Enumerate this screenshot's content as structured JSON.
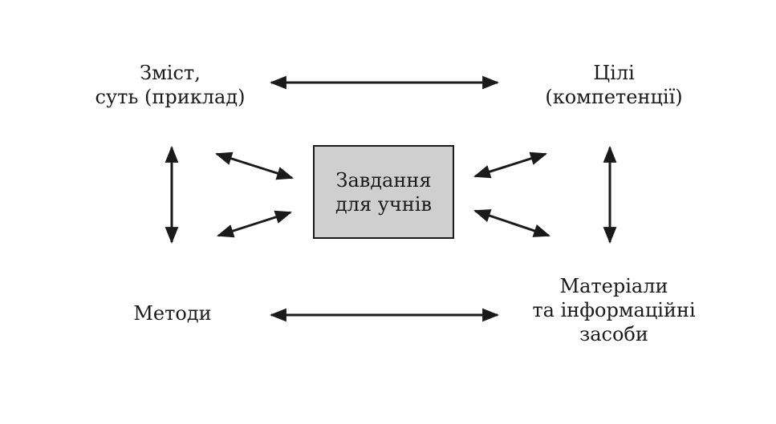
{
  "nodes": {
    "content": {
      "line1": "Зміст,",
      "line2": "суть (приклад)"
    },
    "goals": {
      "line1": "Цілі",
      "line2": "(компетенції)"
    },
    "methods": {
      "line1": "Методи"
    },
    "materials": {
      "line1": "Матеріали",
      "line2": "та інформаційні",
      "line3": "засоби"
    },
    "task": {
      "line1": "Завдання",
      "line2": "для учнів"
    }
  },
  "colors": {
    "ink": "#1a1a1a",
    "box_fill": "#cfcfcf"
  }
}
